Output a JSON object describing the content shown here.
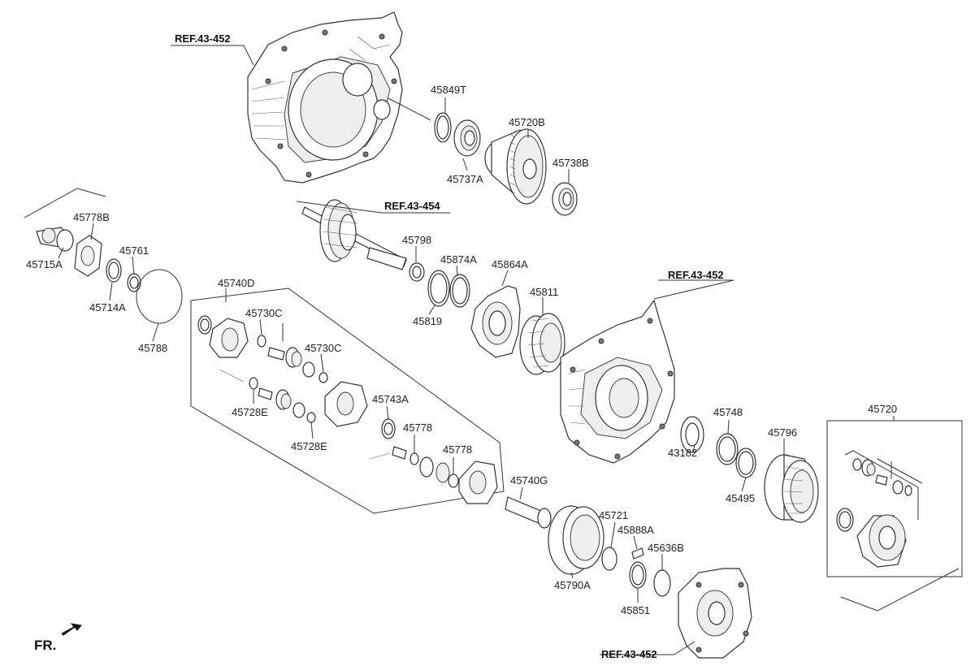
{
  "refs": {
    "ref_top": "REF.43-452",
    "ref_shaft": "REF.43-454",
    "ref_mid": "REF.43-452",
    "ref_bottom": "REF.43-452"
  },
  "parts": {
    "p45849T": "45849T",
    "p45720B": "45720B",
    "p45737A": "45737A",
    "p45738B": "45738B",
    "p45778B": "45778B",
    "p45715A": "45715A",
    "p45761": "45761",
    "p45714A": "45714A",
    "p45788": "45788",
    "p45798": "45798",
    "p45874A": "45874A",
    "p45864A": "45864A",
    "p45819": "45819",
    "p45811": "45811",
    "p45740D": "45740D",
    "p45730C_1": "45730C",
    "p45730C_2": "45730C",
    "p45743A": "45743A",
    "p45728E_1": "45728E",
    "p45728E_2": "45728E",
    "p45778_1": "45778",
    "p45778_2": "45778",
    "p45740G": "45740G",
    "p45721": "45721",
    "p45888A": "45888A",
    "p45636B": "45636B",
    "p45790A": "45790A",
    "p45851": "45851",
    "p43182": "43182",
    "p45748": "45748",
    "p45796": "45796",
    "p45495": "45495",
    "p45720": "45720"
  },
  "fr_label": "FR."
}
